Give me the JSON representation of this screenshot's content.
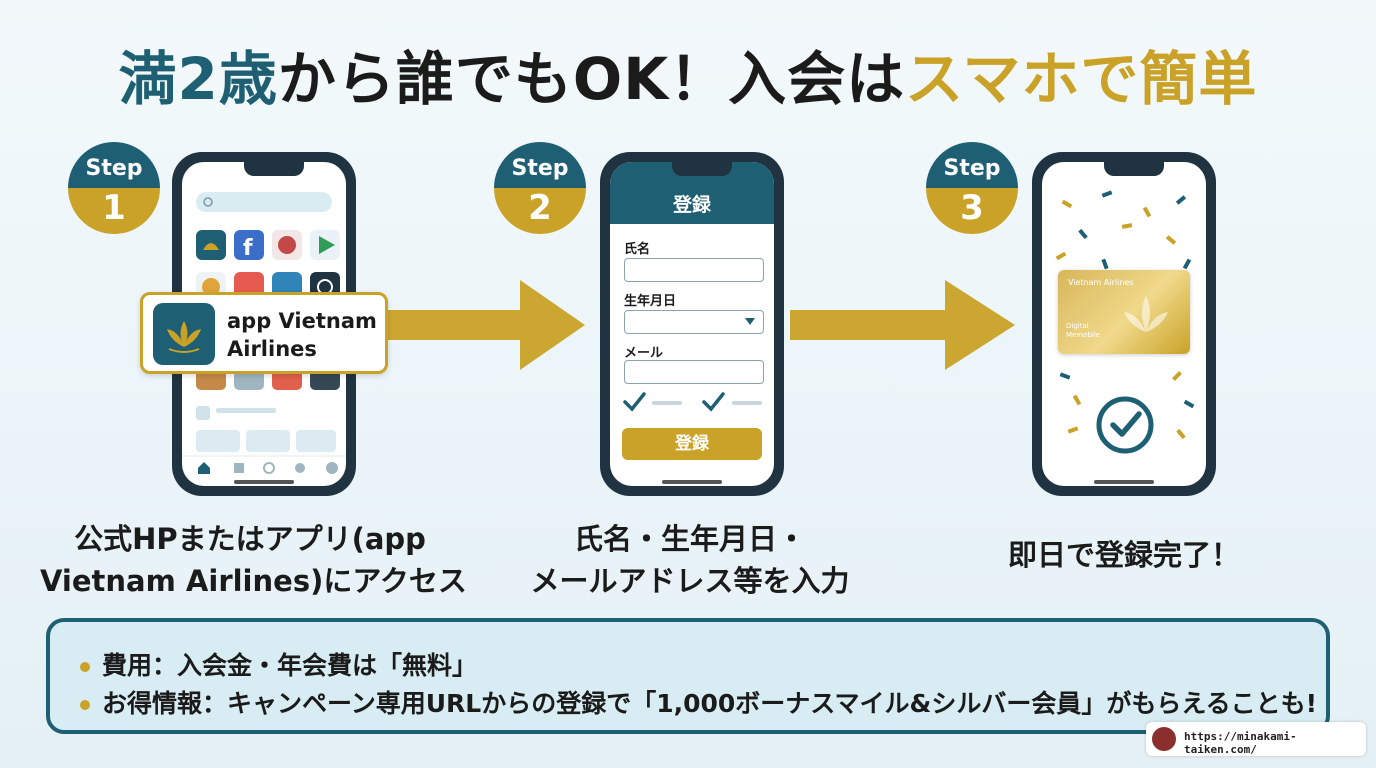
{
  "title": {
    "part1": "満2歳",
    "part2": "から誰でもOK！入会は",
    "part3": "スマホで簡単"
  },
  "steps": [
    {
      "label": "Step",
      "number": "1",
      "caption_line1": "公式HPまたはアプリ(app",
      "caption_line2": "Vietnam Airlines)にアクセス"
    },
    {
      "label": "Step",
      "number": "2",
      "caption_line1": "氏名・生年月日・",
      "caption_line2": "メールアドレス等を入力"
    },
    {
      "label": "Step",
      "number": "3",
      "caption_line1": "即日で登録完了！",
      "caption_line2": ""
    }
  ],
  "phone1": {
    "app_callout_line1": "app Vietnam",
    "app_callout_line2": "Airlines"
  },
  "phone2": {
    "header": "登録",
    "field_name": "氏名",
    "field_dob": "生年月日",
    "field_mail": "メール",
    "submit": "登録"
  },
  "phone3": {
    "card_brand": "Vietnam Airlines",
    "card_line1": "Digital",
    "card_line2": "Memobile"
  },
  "info": {
    "row1": "費用：入会金・年会費は「無料」",
    "row2": "お得情報：キャンペーン専用URLからの登録で「1,000ボーナスマイル&シルバー会員」がもらえることも!"
  },
  "footer": {
    "url": "https://minakami-taiken.com/"
  },
  "colors": {
    "teal": "#1e5f73",
    "gold": "#c9a227",
    "dark": "#1f3440"
  }
}
